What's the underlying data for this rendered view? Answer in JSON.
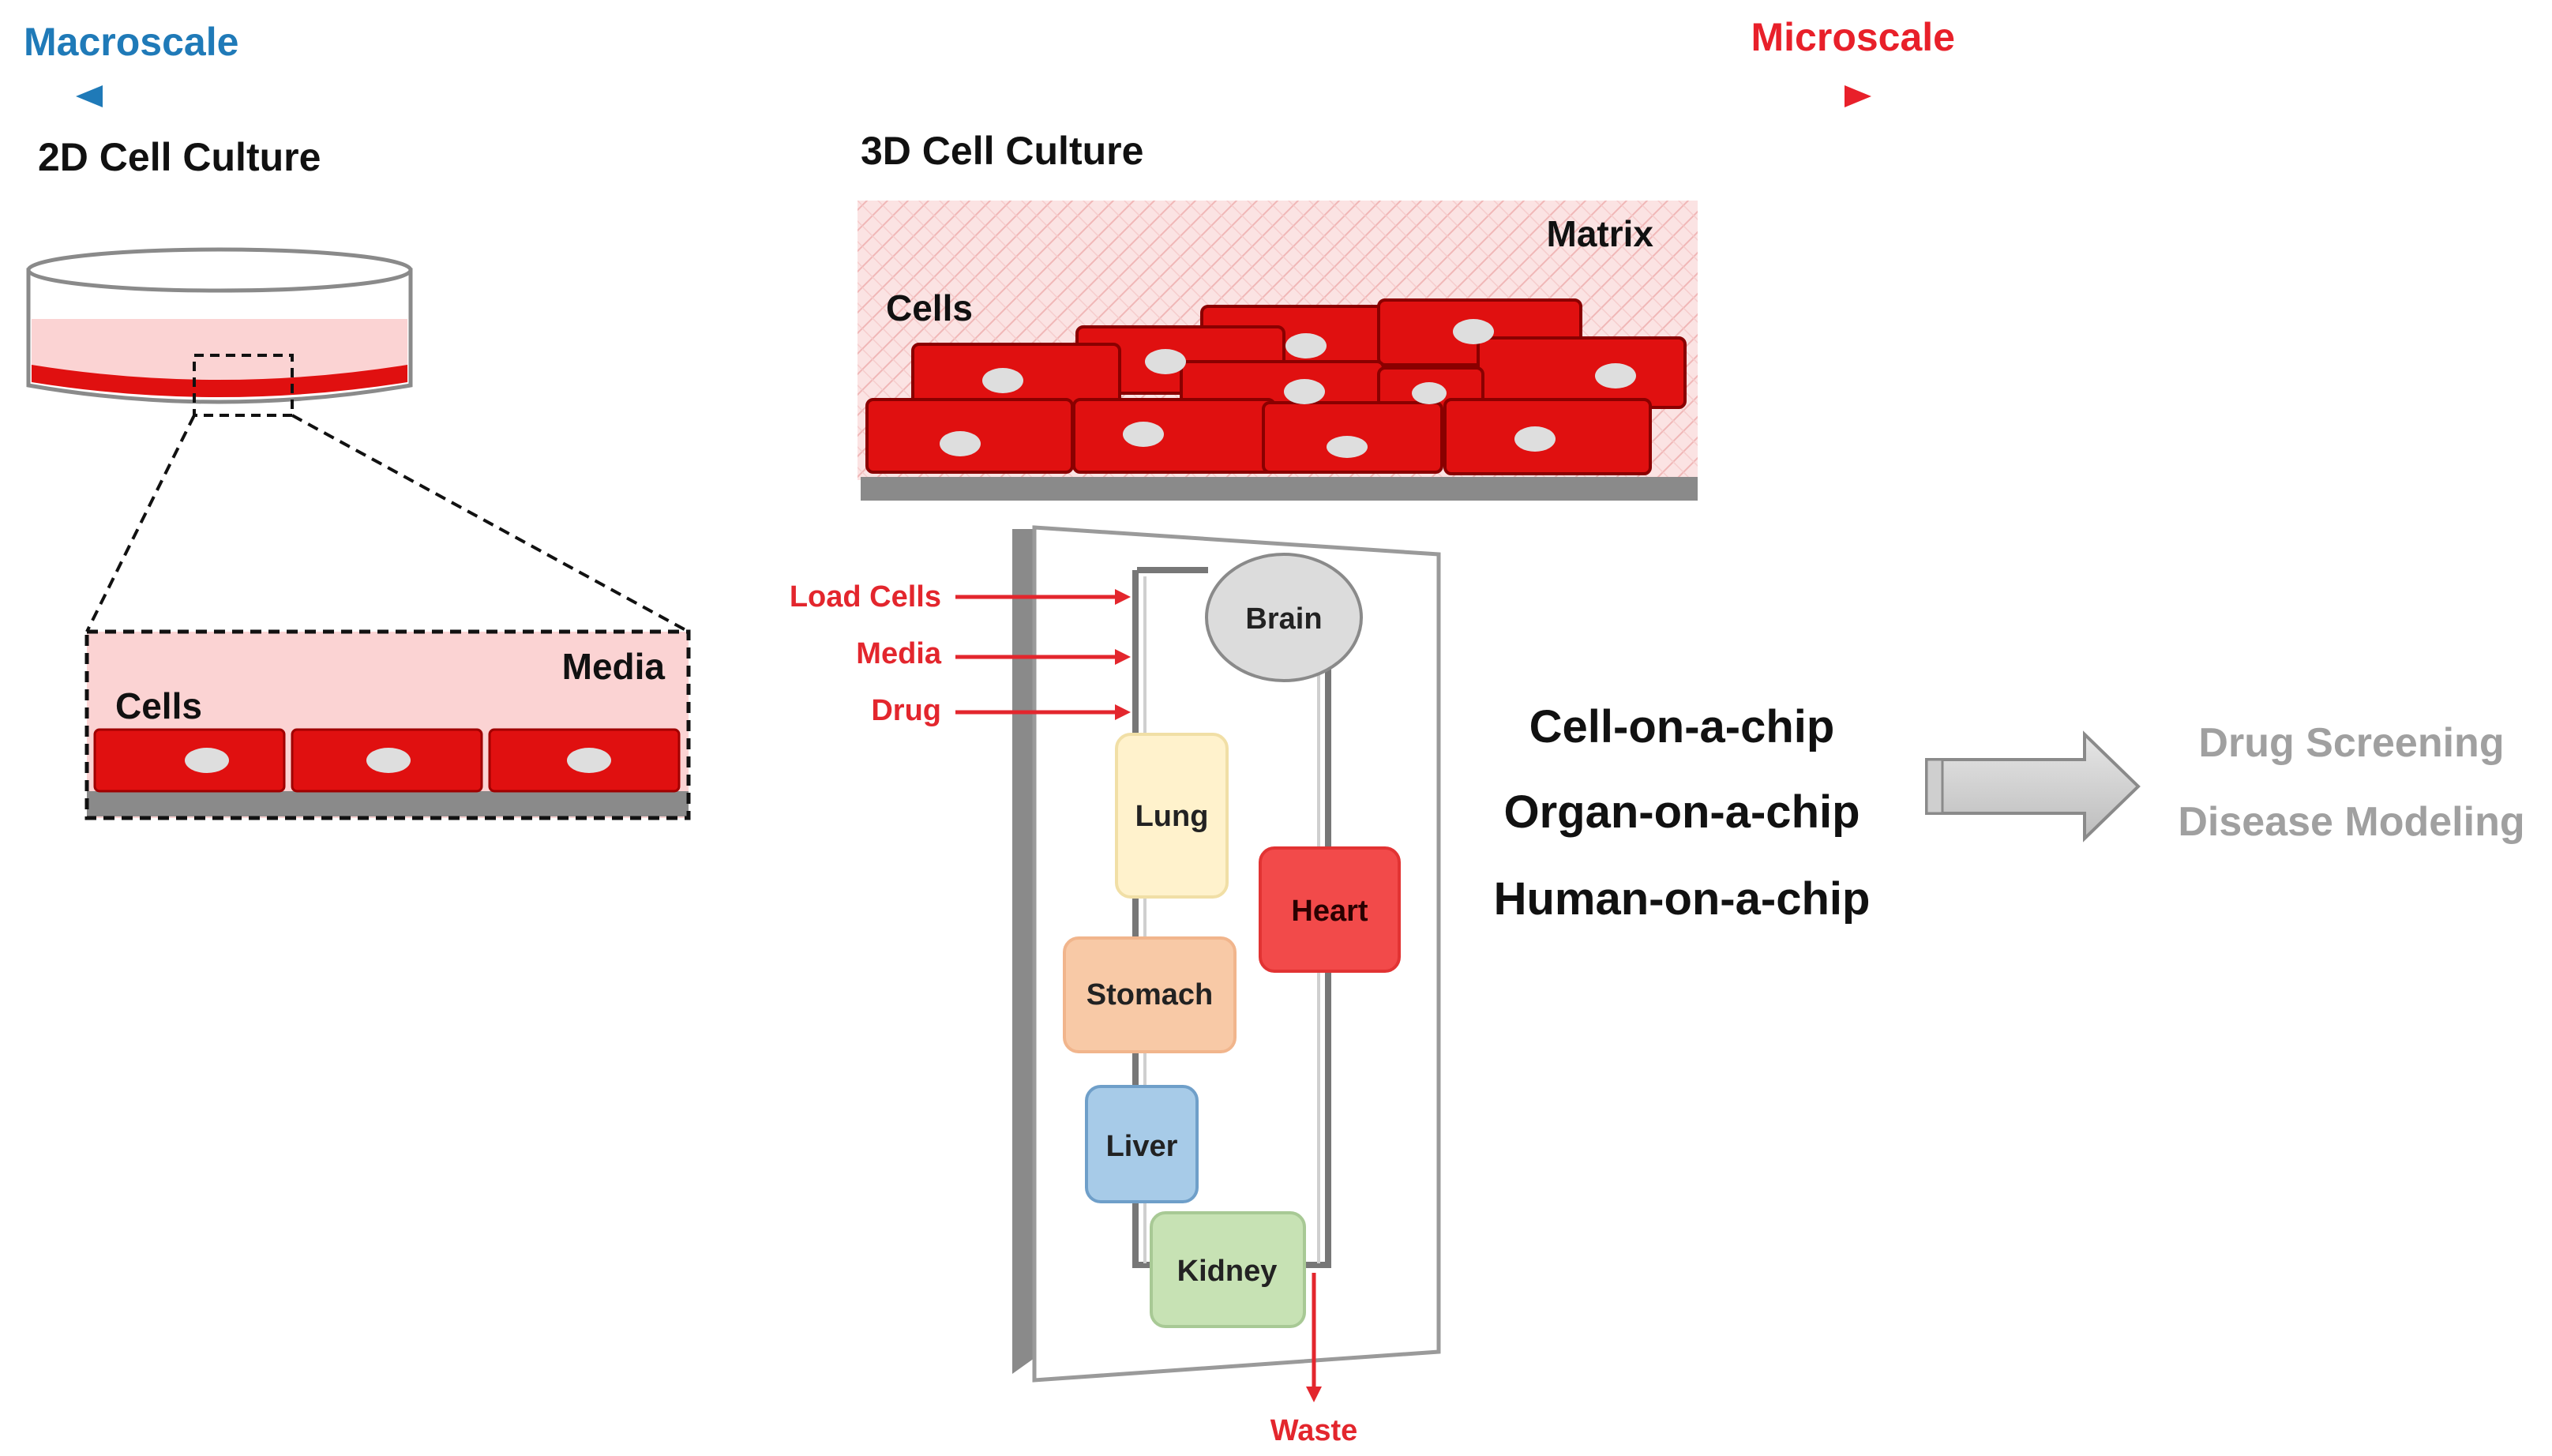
{
  "scale": {
    "left_label": "Macroscale",
    "right_label": "Microscale",
    "left_color": "#1f7ab8",
    "right_color": "#e8202a"
  },
  "culture_2d": {
    "title": "2D Cell Culture",
    "media_label": "Media",
    "cells_label": "Cells"
  },
  "culture_3d": {
    "title": "3D Cell Culture",
    "matrix_label": "Matrix",
    "cells_label": "Cells"
  },
  "chip": {
    "inputs": [
      "Load Cells",
      "Media",
      "Drug"
    ],
    "waste_label": "Waste",
    "organs": [
      {
        "key": "brain",
        "label": "Brain",
        "color": "#dcdcdc"
      },
      {
        "key": "lung",
        "label": "Lung",
        "color": "#fff2cc"
      },
      {
        "key": "heart",
        "label": "Heart",
        "color": "#f24a4a"
      },
      {
        "key": "stomach",
        "label": "Stomach",
        "color": "#f8c9a6"
      },
      {
        "key": "liver",
        "label": "Liver",
        "color": "#a7cbe8"
      },
      {
        "key": "kidney",
        "label": "Kidney",
        "color": "#c7e2b4"
      }
    ]
  },
  "chip_types": [
    "Cell-on-a-chip",
    "Organ-on-a-chip",
    "Human-on-a-chip"
  ],
  "applications": [
    "Drug Screening",
    "Disease Modeling"
  ],
  "colors": {
    "cell_red": "#e01010",
    "cell_nucleus": "#dedede",
    "media_pink": "#fbd3d3",
    "substrate_gray": "#8a8a8a",
    "annotation_red": "#e3262d",
    "application_gray": "#a0a0a0"
  }
}
